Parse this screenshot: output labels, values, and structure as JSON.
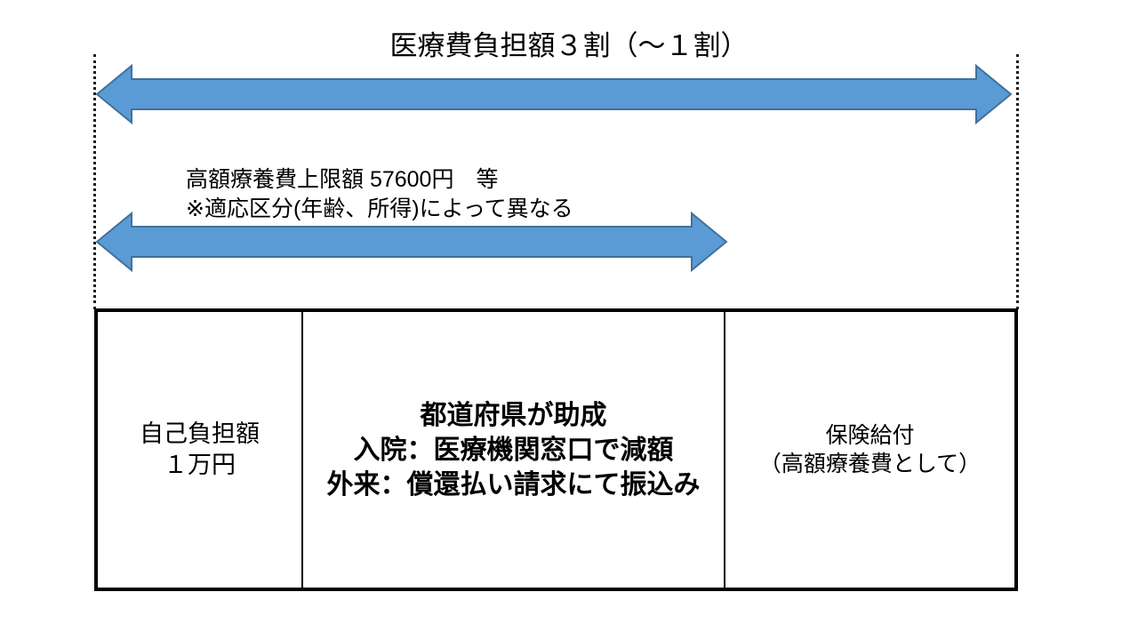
{
  "diagram": {
    "title": "医療費負担額３割（〜１割）",
    "cap_label": "高額療養費上限額 57600円　等\n※適応区分(年齢、所得)によって異なる",
    "arrows": [
      {
        "name": "total-medical-cost-arrow",
        "label": "医療費負担額３割（〜１割）",
        "color": "#5B9BD5",
        "outline": "#41719C",
        "direction": "double"
      },
      {
        "name": "high-cost-cap-arrow",
        "label": "高額療養費上限額 57600円　等",
        "color": "#5B9BD5",
        "outline": "#41719C",
        "direction": "double"
      }
    ],
    "cells": [
      {
        "name": "self-payment",
        "text": "自己負担額\n１万円",
        "bold": false
      },
      {
        "name": "prefecture-subsidy",
        "text": "都道府県が助成\n入院：医療機関窓口で減額\n外来：償還払い請求にて振込み",
        "bold": true
      },
      {
        "name": "insurance-benefit",
        "text": "保険給付\n（高額療養費として）",
        "bold": false
      }
    ]
  }
}
